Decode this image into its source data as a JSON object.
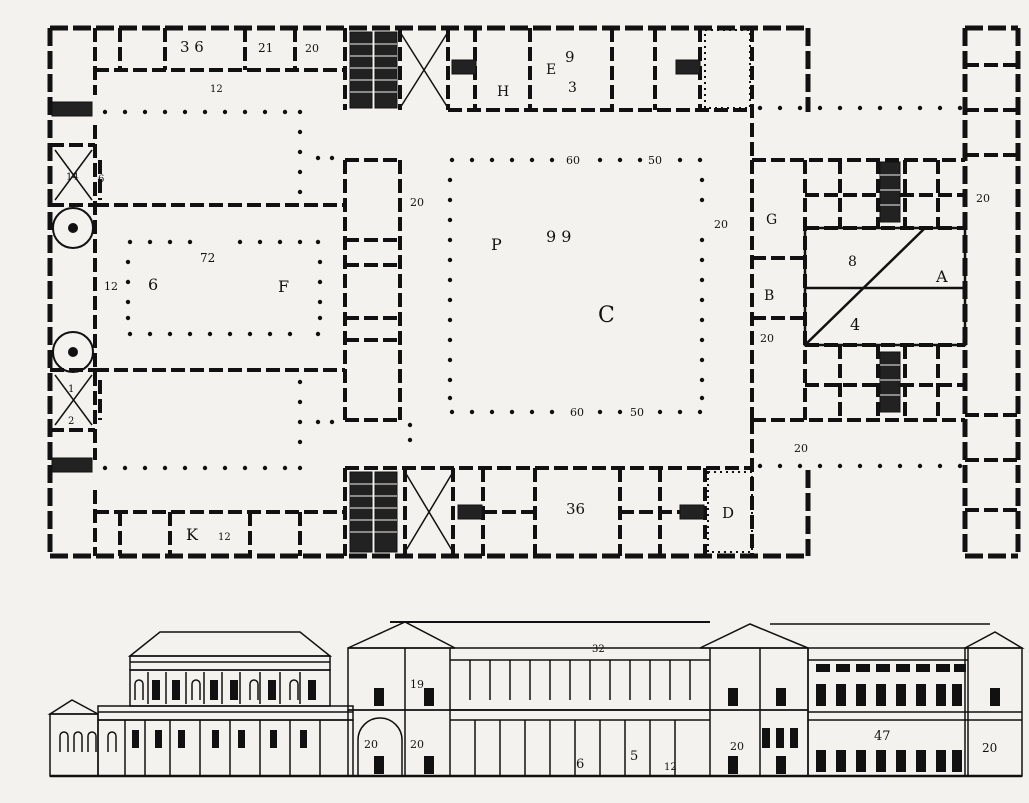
{
  "colors": {
    "ink": "#111111",
    "paper": "#f4f2ee",
    "hatch": "#222222"
  },
  "plan": {
    "letters": [
      "A",
      "B",
      "C",
      "D",
      "E",
      "F",
      "G",
      "H",
      "K",
      "P"
    ],
    "dimensions": {
      "nw_36": "3 6",
      "nw_21": "21",
      "nw_20": "20",
      "f_72": "72",
      "f_12": "12",
      "f_6": "6",
      "c_99": "9 9",
      "c_60t": "60",
      "c_60b": "60",
      "c_50t": "50",
      "c_50b": "50",
      "c_20l": "20",
      "c_20r": "20",
      "e_9": "9",
      "e_3": "3",
      "s_36": "36",
      "a_8": "8",
      "a_4": "4",
      "east_20": "20",
      "east_20b": "20",
      "court_20": "20",
      "west_14": "14",
      "west_6": "6",
      "west_1": "1",
      "west_2": "2",
      "k_12": "12",
      "n_12": "12"
    }
  },
  "elevation": {
    "labels": {
      "l_20a": "20",
      "l_20b": "20",
      "l_20c": "20",
      "l_20d": "20",
      "l_19": "19",
      "l_47": "47",
      "l_6": "6",
      "l_5": "5",
      "l_12": "12",
      "l_32": "32"
    }
  }
}
